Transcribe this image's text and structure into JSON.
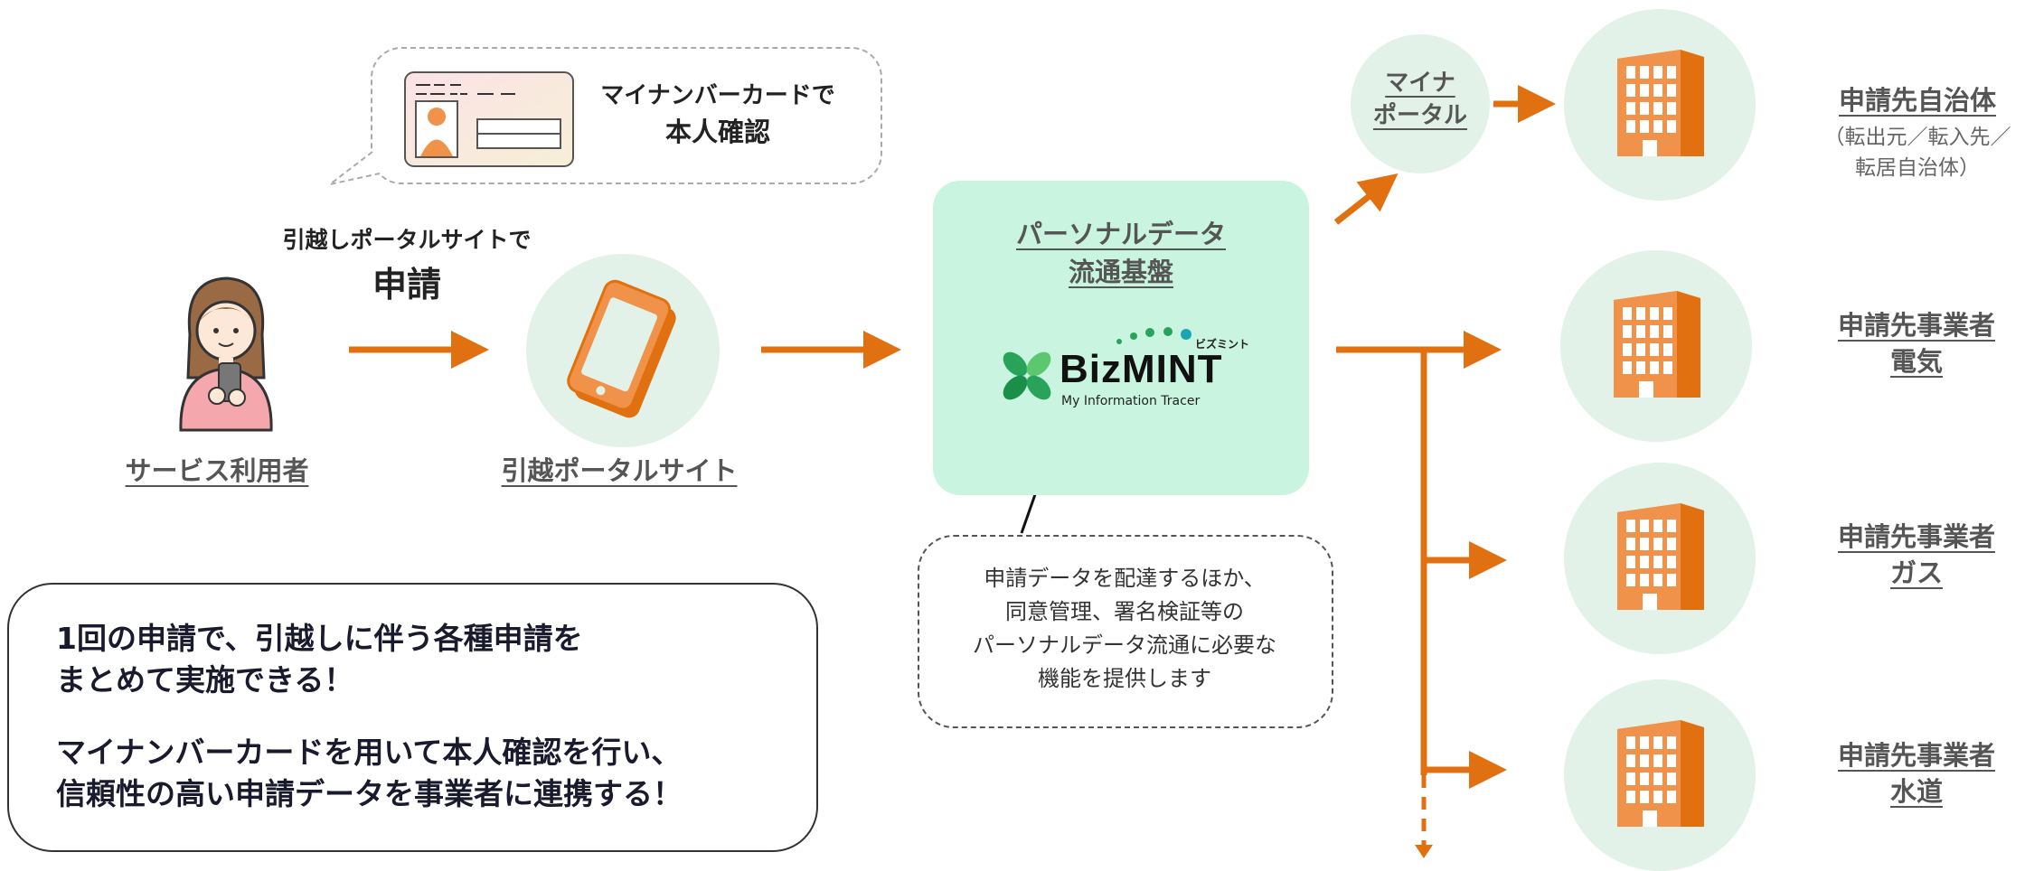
{
  "id_card": {
    "caption_line1": "マイナンバーカードで",
    "caption_line2": "本人確認"
  },
  "user": {
    "apply_note_line1": "引越しポータルサイトで",
    "apply_note_line2": "申請",
    "label": "サービス利用者"
  },
  "portal_site": {
    "label": "引越ポータルサイト"
  },
  "platform": {
    "title_line1": "パーソナルデータ",
    "title_line2": "流通基盤",
    "logo_text": "BizMINT",
    "logo_kana": "ビズミント",
    "logo_tagline": "My Information Tracer",
    "note_lines": [
      "申請データを配達するほか、",
      "同意管理、署名検証等の",
      "パーソナルデータ流通に必要な",
      "機能を提供します"
    ]
  },
  "myna_portal": {
    "line1": "マイナ",
    "line2": "ポータル"
  },
  "destinations": [
    {
      "line1": "申請先自治体",
      "line2": "（転出元／転入先／",
      "line3": "転居自治体）"
    },
    {
      "line1": "申請先事業者",
      "line2": "電気"
    },
    {
      "line1": "申請先事業者",
      "line2": "ガス"
    },
    {
      "line1": "申請先事業者",
      "line2": "水道"
    }
  ],
  "summary": {
    "line1": "1回の申請で、引越しに伴う各種申請を",
    "line2": "まとめて実施できる！",
    "line3": "マイナンバーカードを用いて本人確認を行い、",
    "line4": "信頼性の高い申請データを事業者に連携する！"
  },
  "colors": {
    "arrow": "#e07010",
    "building": "#f0924a",
    "circle": "#e2f2e8",
    "platform_bg": "#c8f4e0",
    "logo_green": "#2aa35a"
  }
}
